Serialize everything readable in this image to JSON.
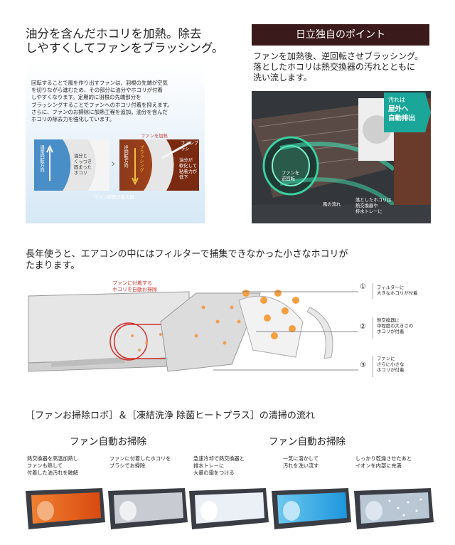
{
  "top_left": {
    "title_lines": [
      "油分を含んだホコリを加熱。除去",
      "しやすくしてファンをブラッシング。"
    ],
    "body_lines": [
      "回転することで風を作り出すファンは、羽根の先端が空気",
      "を切りながら進むため、その部分に油分やホコリが付着",
      "しやすくなります。定期的に羽根の先端部分を",
      "ブラッシングすることでファンへのホコリ付着を抑えます。",
      "さらに、ファンのお掃除に加熱工程を追加。油分を含んだ",
      "ホコリの除去力を強化しています。"
    ],
    "diagram": {
      "left_vertical": "通常回転方向",
      "left_note_lines": [
        "油分と",
        "くっつき",
        "固まった",
        "ホコリ"
      ],
      "right_top": "ファンを加熱",
      "right_brush": "ファンブラシ",
      "right_vertical1": "逆回転方向",
      "right_vertical2": "ブラッシング",
      "right_note_lines": [
        "油分が",
        "軟化して",
        "粘着力が",
        "低下"
      ],
      "caption": "ファン断面の拡大図"
    }
  },
  "top_right": {
    "badge": "日立独自のポイント",
    "lines": [
      "ファンを加熱後、逆回転させブラッシング。",
      "落としたホコリは熱交換器の汚れとともに",
      "洗い流します。"
    ],
    "callout_lines": [
      "汚れは",
      "屋外へ",
      "自動排出"
    ],
    "fan_label_lines": [
      "ファンを",
      "逆回転"
    ],
    "wind_label": "風の流れ",
    "drop_label_lines": [
      "落としたホコリは",
      "熱交換器や",
      "排水トレーに"
    ]
  },
  "middle": {
    "title_lines": [
      "長年使うと、エアコンの中にはフィルターで捕集できなかった小さなホコリが",
      "たまります。"
    ],
    "fan_note_lines": [
      "ファンに付着する",
      "ホコリを自動お掃除"
    ],
    "items": [
      {
        "num": "①",
        "lines": [
          "フィルターに",
          "大きなホコリが付着"
        ]
      },
      {
        "num": "②",
        "lines": [
          "熱交換器に",
          "中程度の大きさの",
          "ホコリが付着"
        ]
      },
      {
        "num": "③",
        "lines": [
          "ファンに",
          "さらに小さな",
          "ホコリが付着"
        ]
      }
    ]
  },
  "bottom": {
    "title": "［ファンお掃除ロボ］＆［凍結洗浄 除菌ヒートプラス］の清掃の流れ",
    "group_titles": [
      "ファン自動お掃除",
      "ファン自動お掃除"
    ],
    "steps": [
      {
        "lines": [
          "熱交換器を高温加熱し",
          "ファンも熱して",
          "付着した油汚れを融解"
        ],
        "color": "#e8651c"
      },
      {
        "lines": [
          "ファンに付着したホコリを",
          "ブラシでお掃除"
        ],
        "color": "#c8ccd2"
      },
      {
        "lines": [
          "急速冷却で熱交換器と",
          "排水トレーに",
          "大量の霜をつける"
        ],
        "color": "#dde6ee"
      },
      {
        "lines": [
          "一気に溶かして",
          "汚れを洗い流す"
        ],
        "color": "#33aee8"
      },
      {
        "lines": [
          "しっかり乾燥させたあと",
          "イオンを内部に充満"
        ],
        "color": "#b9c6d4"
      }
    ]
  }
}
